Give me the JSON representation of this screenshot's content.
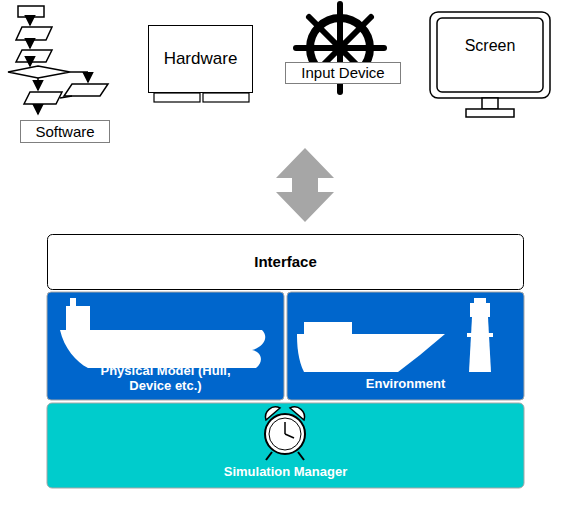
{
  "diagram": {
    "nodes": [
      {
        "text": [
          "Software"
        ]
      },
      {
        "text": [
          "Hardware"
        ]
      },
      {
        "text": [
          "Input Device"
        ]
      },
      {
        "text": [
          "Screen"
        ]
      },
      {
        "text": [
          "Interface"
        ]
      },
      {
        "text": [
          "Physical Model (Hull, Device etc.)"
        ]
      },
      {
        "text": [
          "Environment"
        ]
      },
      {
        "text": [
          "Simulation Manager"
        ]
      }
    ]
  }
}
